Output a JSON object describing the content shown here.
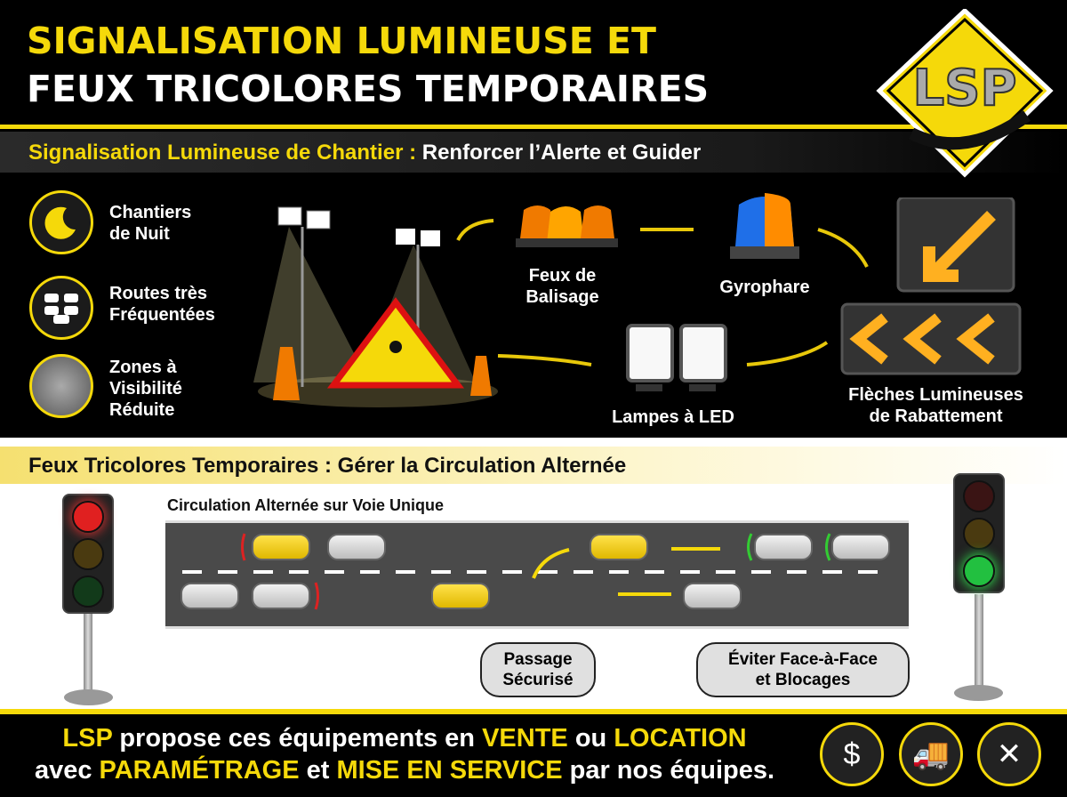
{
  "header": {
    "title_line1": "SIGNALISATION LUMINEUSE ET",
    "title_line2": "FEUX TRICOLORES TEMPORAIRES",
    "logo_text": "LSP"
  },
  "section1": {
    "title_yellow": "Signalisation Lumineuse de Chantier :",
    "title_white": "Renforcer l’Alerte et Guider",
    "contexts": [
      {
        "label_line1": "Chantiers",
        "label_line2": "de Nuit",
        "icon": "moon-icon"
      },
      {
        "label_line1": "Routes très",
        "label_line2": "Fréquentées",
        "icon": "traffic-jam-icon"
      },
      {
        "label_line1": "Zones à",
        "label_line2": "Visibilité",
        "label_line3": "Réduite",
        "icon": "fog-icon"
      }
    ],
    "equipment": {
      "balisage_line1": "Feux de",
      "balisage_line2": "Balisage",
      "gyrophare": "Gyrophare",
      "led": "Lampes à LED",
      "fleches_line1": "Flèches Lumineuses",
      "fleches_line2": "de Rabattement"
    }
  },
  "section2": {
    "title": "Feux Tricolores Temporaires : Gérer la Circulation Alternée",
    "road_label": "Circulation Alternée sur Voie Unique",
    "bubble1_line1": "Passage",
    "bubble1_line2": "Sécurisé",
    "bubble2_line1": "Éviter Face-à-Face",
    "bubble2_line2": "et Blocages"
  },
  "footer": {
    "l1_a": "LSP",
    "l1_b": " propose ces équipements en ",
    "l1_c": "VENTE",
    "l1_d": " ou ",
    "l1_e": "LOCATION",
    "l2_a": "avec ",
    "l2_b": "PARAMÉTRAGE",
    "l2_c": " et ",
    "l2_d": "MISE EN SERVICE",
    "l2_e": " par nos équipes.",
    "icons": [
      "sale-icon",
      "delivery-truck-icon",
      "tools-icon"
    ]
  },
  "colors": {
    "accent": "#f5d90a",
    "red": "#e02020",
    "green": "#22c040"
  }
}
